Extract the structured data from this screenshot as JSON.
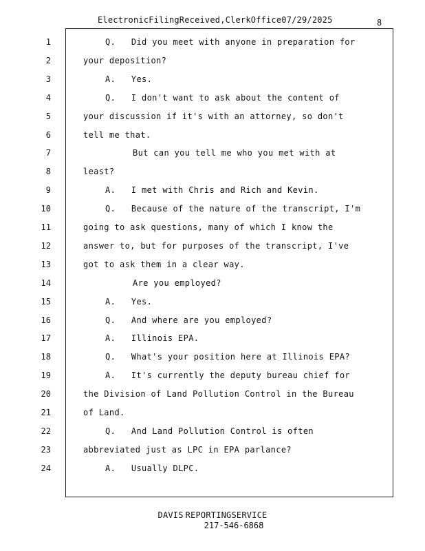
{
  "header": {
    "filing_stamp": "ElectronicFilingReceived,ClerkOffice07/29/2025",
    "page_number": "8"
  },
  "transcript": {
    "lines": [
      {
        "num": "1",
        "text": "Q.   Did you meet with anyone in preparation for"
      },
      {
        "num": "2",
        "text": "your deposition?"
      },
      {
        "num": "3",
        "text": "A.   Yes."
      },
      {
        "num": "4",
        "text": "Q.   I don't want to ask about the content of"
      },
      {
        "num": "5",
        "text": "your discussion if it's with an attorney, so don't"
      },
      {
        "num": "6",
        "text": "tell me that."
      },
      {
        "num": "7",
        "text": "But can you tell me who you met with at"
      },
      {
        "num": "8",
        "text": "least?"
      },
      {
        "num": "9",
        "text": "A.   I met with Chris and Rich and Kevin."
      },
      {
        "num": "10",
        "text": "Q.   Because of the nature of the transcript, I'm"
      },
      {
        "num": "11",
        "text": "going to ask questions, many of which I know the"
      },
      {
        "num": "12",
        "text": "answer to, but for purposes of the transcript, I've"
      },
      {
        "num": "13",
        "text": "got to ask them in a clear way."
      },
      {
        "num": "14",
        "text": "Are you employed?"
      },
      {
        "num": "15",
        "text": "A.   Yes."
      },
      {
        "num": "16",
        "text": "Q.   And where are you employed?"
      },
      {
        "num": "17",
        "text": "A.   Illinois EPA."
      },
      {
        "num": "18",
        "text": "Q.   What's your position here at Illinois EPA?"
      },
      {
        "num": "19",
        "text": "A.   It's currently the deputy bureau chief for"
      },
      {
        "num": "20",
        "text": "the Division of Land Pollution Control in the Bureau"
      },
      {
        "num": "21",
        "text": "of Land."
      },
      {
        "num": "22",
        "text": "Q.   And Land Pollution Control is often"
      },
      {
        "num": "23",
        "text": "abbreviated just as LPC in EPA parlance?"
      },
      {
        "num": "24",
        "text": "A.   Usually DLPC."
      }
    ]
  },
  "footer": {
    "company_part1": "DAVIS",
    "company_part2": "REPORTINGSERVICE",
    "phone": "217-546-6868"
  }
}
